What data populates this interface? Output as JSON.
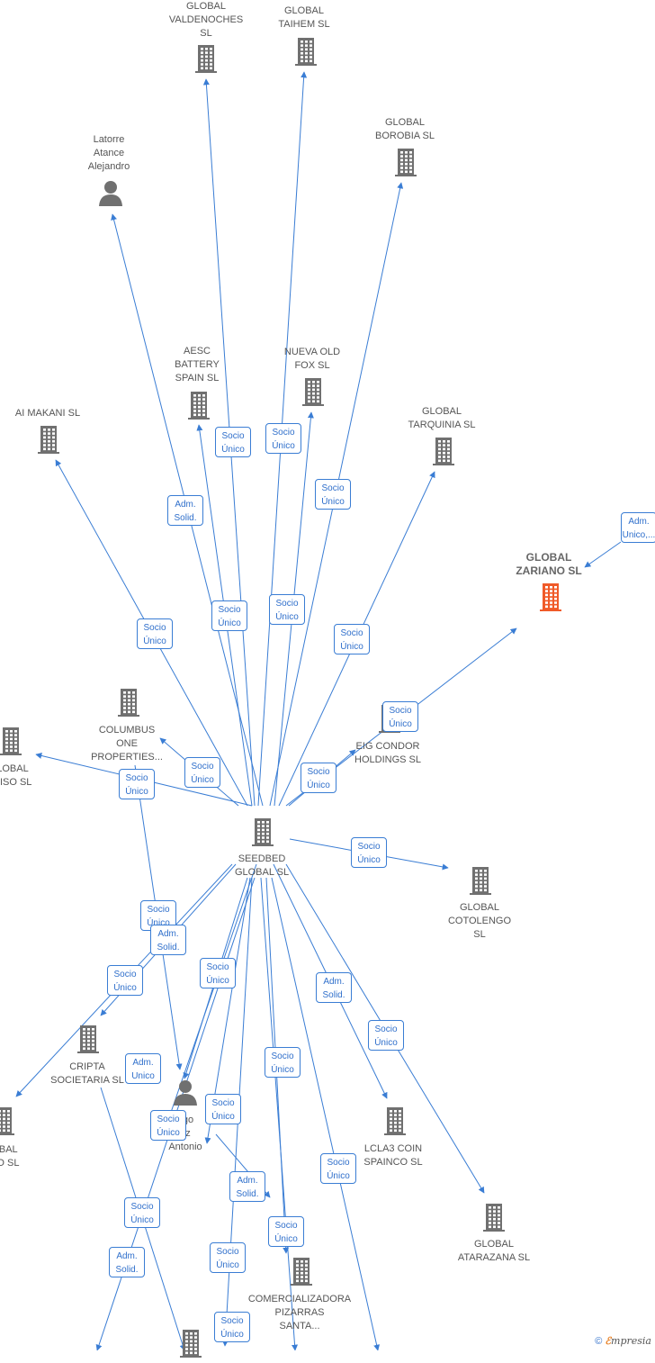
{
  "colors": {
    "edge": "#3a7dd4",
    "node": "#707070",
    "highlight": "#f05a28"
  },
  "nodes": [
    {
      "id": "valdenoches",
      "label": "GLOBAL\nVALDENOCHES\nSL",
      "type": "company",
      "icon": "building-icon"
    },
    {
      "id": "taihem",
      "label": "GLOBAL\nTAIHEM SL",
      "type": "company",
      "icon": "building-icon"
    },
    {
      "id": "borobia",
      "label": "GLOBAL\nBOROBIA  SL",
      "type": "company",
      "icon": "building-icon"
    },
    {
      "id": "latorre",
      "label": "Latorre\nAtance\nAlejandro",
      "type": "person",
      "icon": "person-icon"
    },
    {
      "id": "aesc",
      "label": "AESC\nBATTERY\nSPAIN  SL",
      "type": "company",
      "icon": "building-icon"
    },
    {
      "id": "nuevaold",
      "label": "NUEVA OLD\nFOX  SL",
      "type": "company",
      "icon": "building-icon"
    },
    {
      "id": "aimakani",
      "label": "AI MAKANI  SL",
      "type": "company",
      "icon": "building-icon"
    },
    {
      "id": "tarquinia",
      "label": "GLOBAL\nTARQUINIA  SL",
      "type": "company",
      "icon": "building-icon"
    },
    {
      "id": "zariano",
      "label": "GLOBAL\nZARIANO  SL",
      "type": "company",
      "icon": "building-icon",
      "highlight": true
    },
    {
      "id": "columbus",
      "label": "COLUMBUS\nONE\nPROPERTIES...",
      "type": "company",
      "icon": "building-icon"
    },
    {
      "id": "globalviso",
      "label": "LOBAL\nVISO  SL",
      "type": "company",
      "icon": "building-icon"
    },
    {
      "id": "eig",
      "label": "EIG CONDOR\nHOLDINGS  SL",
      "type": "company",
      "icon": "building-icon"
    },
    {
      "id": "seedbed",
      "label": "SEEDBED\nGLOBAL  SL",
      "type": "company",
      "icon": "building-icon"
    },
    {
      "id": "cotolengo",
      "label": "GLOBAL\nCOTOLENGO\nSL",
      "type": "company",
      "icon": "building-icon"
    },
    {
      "id": "cripta",
      "label": "CRIPTA\nSOCIETARIA  SL",
      "type": "company",
      "icon": "building-icon"
    },
    {
      "id": "globalno",
      "label": "OBAL\nNO  SL",
      "type": "company",
      "icon": "building-icon"
    },
    {
      "id": "santiago",
      "label": "ago\nez\nAntonio",
      "type": "person",
      "icon": "person-icon"
    },
    {
      "id": "lcla3",
      "label": "LCLA3 COIN\nSPAINCO  SL",
      "type": "company",
      "icon": "building-icon"
    },
    {
      "id": "atarazana",
      "label": "GLOBAL\nATARAZANA  SL",
      "type": "company",
      "icon": "building-icon"
    },
    {
      "id": "comercializadora",
      "label": "COMERCIALIZADORA\nPIZARRAS\nSANTA...",
      "type": "company",
      "icon": "building-icon"
    },
    {
      "id": "bottom",
      "label": "",
      "type": "company",
      "icon": "building-icon"
    }
  ],
  "badges": [
    {
      "id": "b1",
      "text": "Socio\nÚnico"
    },
    {
      "id": "b2",
      "text": "Socio\nÚnico"
    },
    {
      "id": "b3",
      "text": "Adm.\nSolid."
    },
    {
      "id": "b4",
      "text": "Socio\nÚnico"
    },
    {
      "id": "b5",
      "text": "Socio\nÚnico"
    },
    {
      "id": "b6",
      "text": "Socio\nÚnico"
    },
    {
      "id": "b7",
      "text": "Socio\nÚnico"
    },
    {
      "id": "b8",
      "text": "Socio\nÚnico"
    },
    {
      "id": "b9",
      "text": "Socio\nÚnico"
    },
    {
      "id": "b10",
      "text": "Adm.\nUnico,..."
    },
    {
      "id": "b11",
      "text": "Socio\nÚnico"
    },
    {
      "id": "b12",
      "text": "Socio\nÚnico"
    },
    {
      "id": "b13",
      "text": "Socio\nÚnico"
    },
    {
      "id": "b14",
      "text": "Socio\nÚnico"
    },
    {
      "id": "b15",
      "text": "Socio\nÚnico"
    },
    {
      "id": "b16",
      "text": "Adm.\nSolid."
    },
    {
      "id": "b17",
      "text": "Socio\nÚnico"
    },
    {
      "id": "b18",
      "text": "Socio\nÚnico"
    },
    {
      "id": "b19",
      "text": "Adm.\nSolid."
    },
    {
      "id": "b20",
      "text": "Socio\nÚnico"
    },
    {
      "id": "b21",
      "text": "Socio\nÚnico"
    },
    {
      "id": "b22",
      "text": "Adm.\nUnico"
    },
    {
      "id": "b23",
      "text": "Socio\nÚnico"
    },
    {
      "id": "b24",
      "text": "Socio\nÚnico"
    },
    {
      "id": "b25",
      "text": "Adm.\nSolid."
    },
    {
      "id": "b26",
      "text": "Socio\nÚnico"
    },
    {
      "id": "b27",
      "text": "Socio\nÚnico"
    },
    {
      "id": "b28",
      "text": "Socio\nÚnico"
    },
    {
      "id": "b29",
      "text": "Socio\nÚnico"
    },
    {
      "id": "b30",
      "text": "Adm.\nSolid."
    },
    {
      "id": "b31",
      "text": "Socio\nÚnico"
    }
  ],
  "copyright": {
    "symbol": "©",
    "brand_e": "ℰ",
    "brand_rest": "mpresia"
  }
}
